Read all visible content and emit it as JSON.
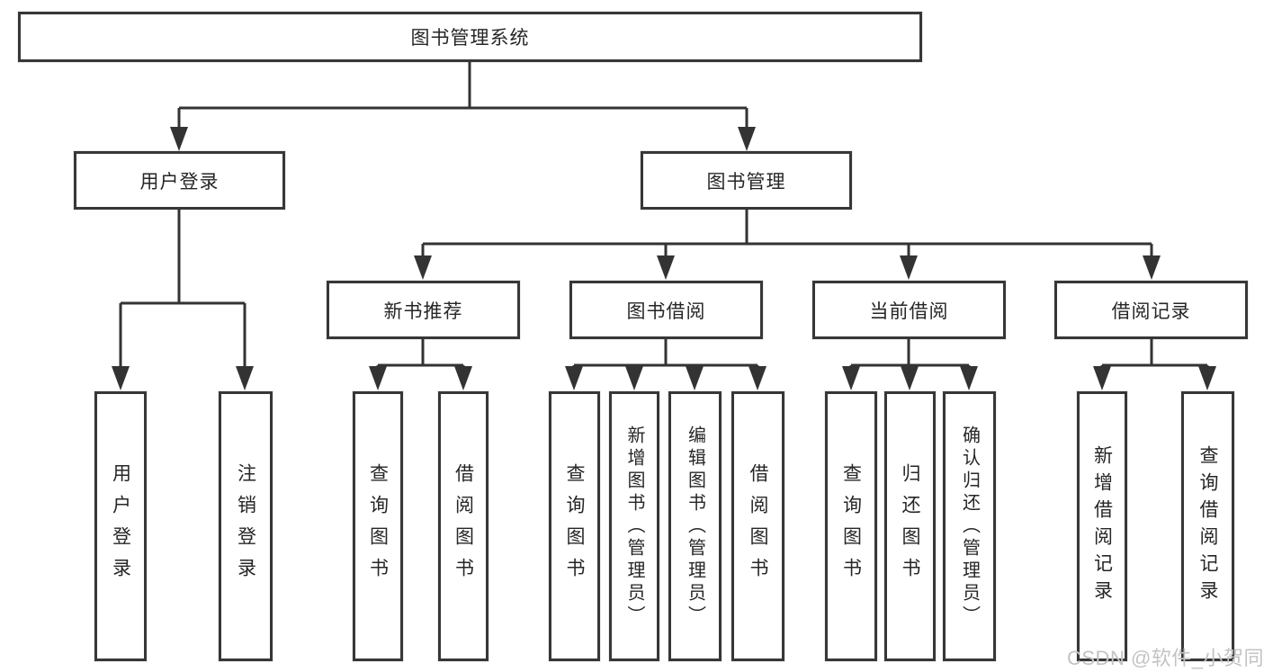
{
  "diagram": {
    "root": {
      "label": "图书管理系统"
    },
    "branches": [
      {
        "label": "用户登录",
        "children": [
          {
            "label": "用户登录"
          },
          {
            "label": "注销登录"
          }
        ]
      },
      {
        "label": "图书管理",
        "children": [
          {
            "label": "新书推荐",
            "children": [
              {
                "label": "查询图书"
              },
              {
                "label": "借阅图书"
              }
            ]
          },
          {
            "label": "图书借阅",
            "children": [
              {
                "label": "查询图书"
              },
              {
                "label": "新增图书（管理员）"
              },
              {
                "label": "编辑图书（管理员）"
              },
              {
                "label": "借阅图书"
              }
            ]
          },
          {
            "label": "当前借阅",
            "children": [
              {
                "label": "查询图书"
              },
              {
                "label": "归还图书"
              },
              {
                "label": "确认归还（管理员）"
              }
            ]
          },
          {
            "label": "借阅记录",
            "children": [
              {
                "label": "新增借阅记录"
              },
              {
                "label": "查询借阅记录"
              }
            ]
          }
        ]
      }
    ],
    "watermark": "CSDN @软件_小贺同学",
    "colors": {
      "line": "#333333",
      "box_border": "#373737",
      "text": "#262626",
      "watermark": "#c3c3c3",
      "background": "#ffffff"
    }
  }
}
